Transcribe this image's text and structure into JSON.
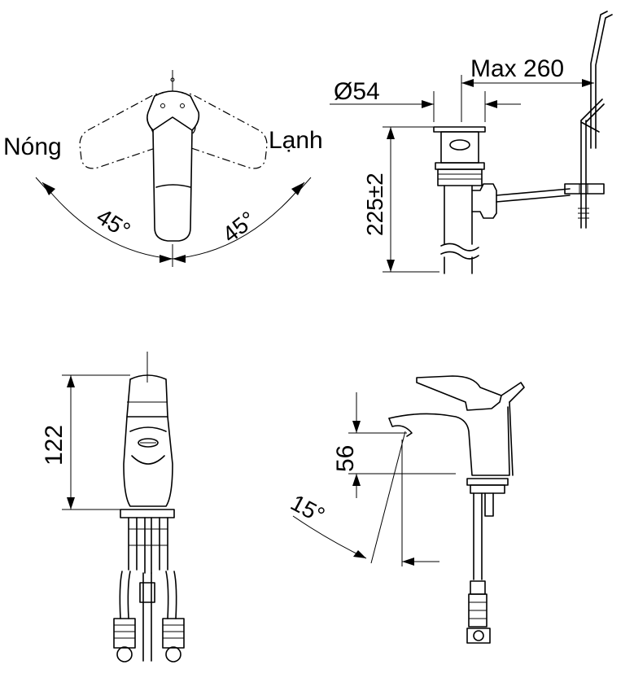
{
  "labels": {
    "hot": "Nóng",
    "cold": "Lạnh",
    "angle_left": "45°",
    "angle_right": "45°",
    "diameter": "Ø54",
    "max_length": "Max 260",
    "height_drain": "225±2",
    "height_faucet": "122",
    "spout_height": "56",
    "spout_angle": "15°"
  }
}
